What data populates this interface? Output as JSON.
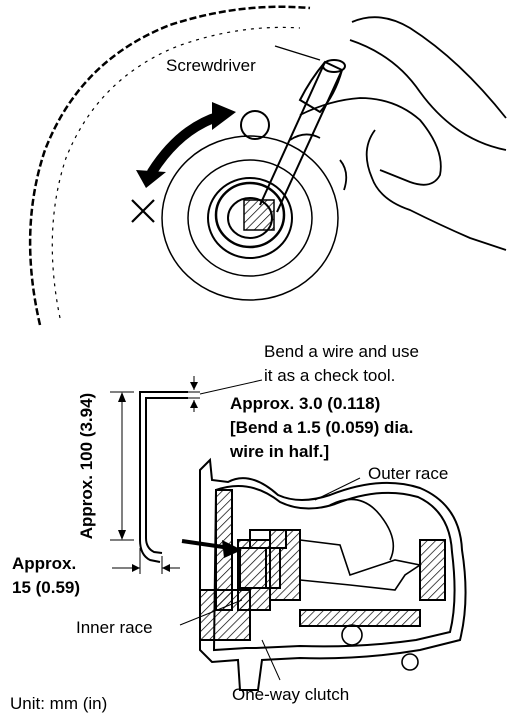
{
  "labels": {
    "screwdriver": "Screwdriver",
    "bend_line1": "Bend a wire and use",
    "bend_line2": "it as a check tool.",
    "approx_3": "Approx. 3.0 (0.118)",
    "bend_15_line1": "[Bend a 1.5 (0.059) dia.",
    "bend_15_line2": "wire in half.]",
    "outer_race": "Outer race",
    "approx_100": "Approx. 100 (3.94)",
    "approx_15_line1": "Approx.",
    "approx_15_line2": "15 (0.59)",
    "inner_race": "Inner race",
    "one_way_clutch": "One-way clutch",
    "unit": "Unit: mm (in)"
  }
}
